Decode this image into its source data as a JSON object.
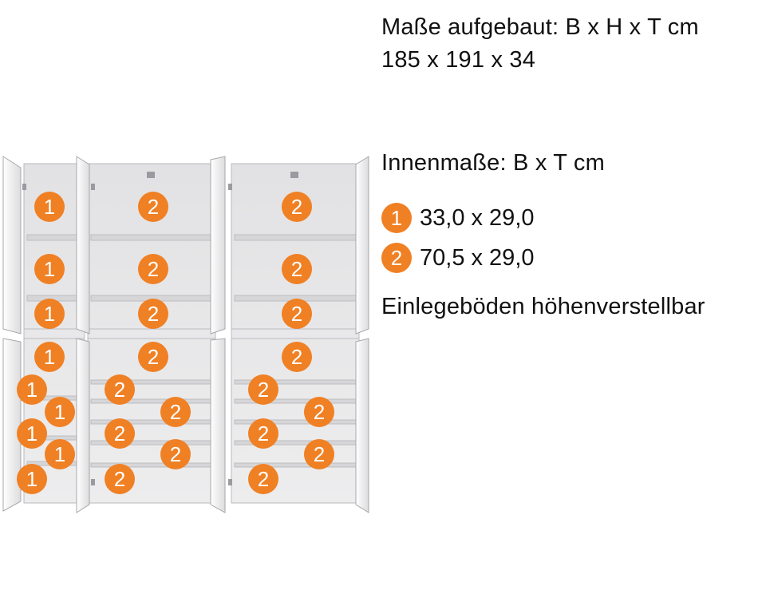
{
  "header": {
    "line1": "Maße aufgebaut: B x H x T cm",
    "line2": "185 x 191 x 34"
  },
  "inner": {
    "title": "Innenmaße: B x T cm",
    "legend": [
      {
        "num": "1",
        "value": "33,0 x 29,0"
      },
      {
        "num": "2",
        "value": "70,5 x 29,0"
      }
    ],
    "note": "Einlegeböden höhenverstellbar"
  },
  "markers": {
    "one": "1",
    "two": "2"
  },
  "colors": {
    "accent": "#f08024",
    "panel": "#e9e9ea",
    "shelf": "#d6d6d8",
    "door": "#f6f6f6"
  }
}
